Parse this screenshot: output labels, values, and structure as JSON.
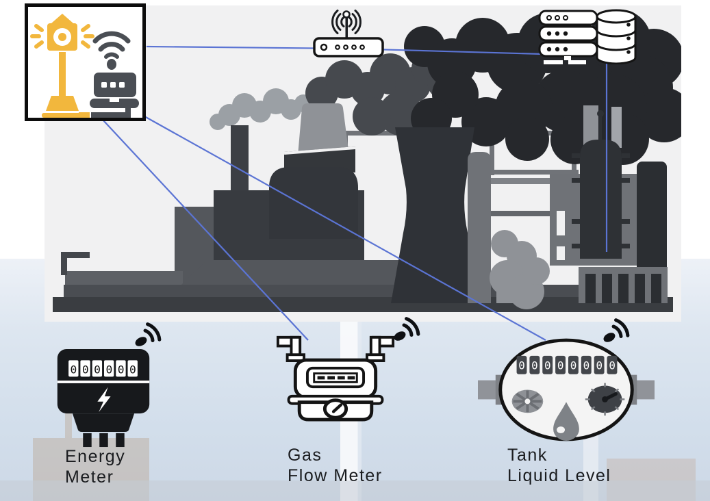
{
  "diagram": {
    "description_nodes": [
      {
        "id": "sensor-gateway",
        "icons": [
          "smart-sensor-icon",
          "wifi-icon",
          "iot-gateway-icon"
        ]
      },
      {
        "id": "wifi-router",
        "icons": [
          "router-icon"
        ]
      },
      {
        "id": "cloud-servers",
        "icons": [
          "server-rack-icon",
          "database-icon"
        ]
      },
      {
        "id": "factory",
        "icons": [
          "factory-silhouette"
        ]
      },
      {
        "id": "energy-meter",
        "icons": [
          "energy-meter-icon",
          "signal-waves-icon"
        ]
      },
      {
        "id": "gas-flow-meter",
        "icons": [
          "gas-flow-meter-icon",
          "signal-waves-icon"
        ]
      },
      {
        "id": "tank-liquid-level",
        "icons": [
          "tank-level-meter-icon",
          "signal-waves-icon"
        ]
      }
    ],
    "connections": [
      {
        "from": "sensor-gateway",
        "to": "wifi-router"
      },
      {
        "from": "wifi-router",
        "to": "cloud-servers"
      },
      {
        "from": "cloud-servers",
        "to": "factory"
      },
      {
        "from": "sensor-gateway",
        "to": "gas-flow-meter"
      },
      {
        "from": "sensor-gateway",
        "to": "tank-liquid-level"
      }
    ]
  },
  "meters": {
    "energy": {
      "label1": "Energy",
      "label2": "Meter",
      "digits": "000000"
    },
    "gas": {
      "label1": "Gas",
      "label2": "Flow Meter"
    },
    "tank": {
      "label1": "Tank",
      "label2": "Liquid Level",
      "digits": "00000000"
    }
  },
  "colors": {
    "connection_line": "#5B74D4",
    "sensor_yellow": "#F2B73D",
    "icon_gray": "#4A4E54",
    "factory_charcoal": "#2F3237",
    "cloud_dark": "#26282C",
    "panel_bg": "#F1F1F2",
    "label_text": "#1A1C1F"
  }
}
